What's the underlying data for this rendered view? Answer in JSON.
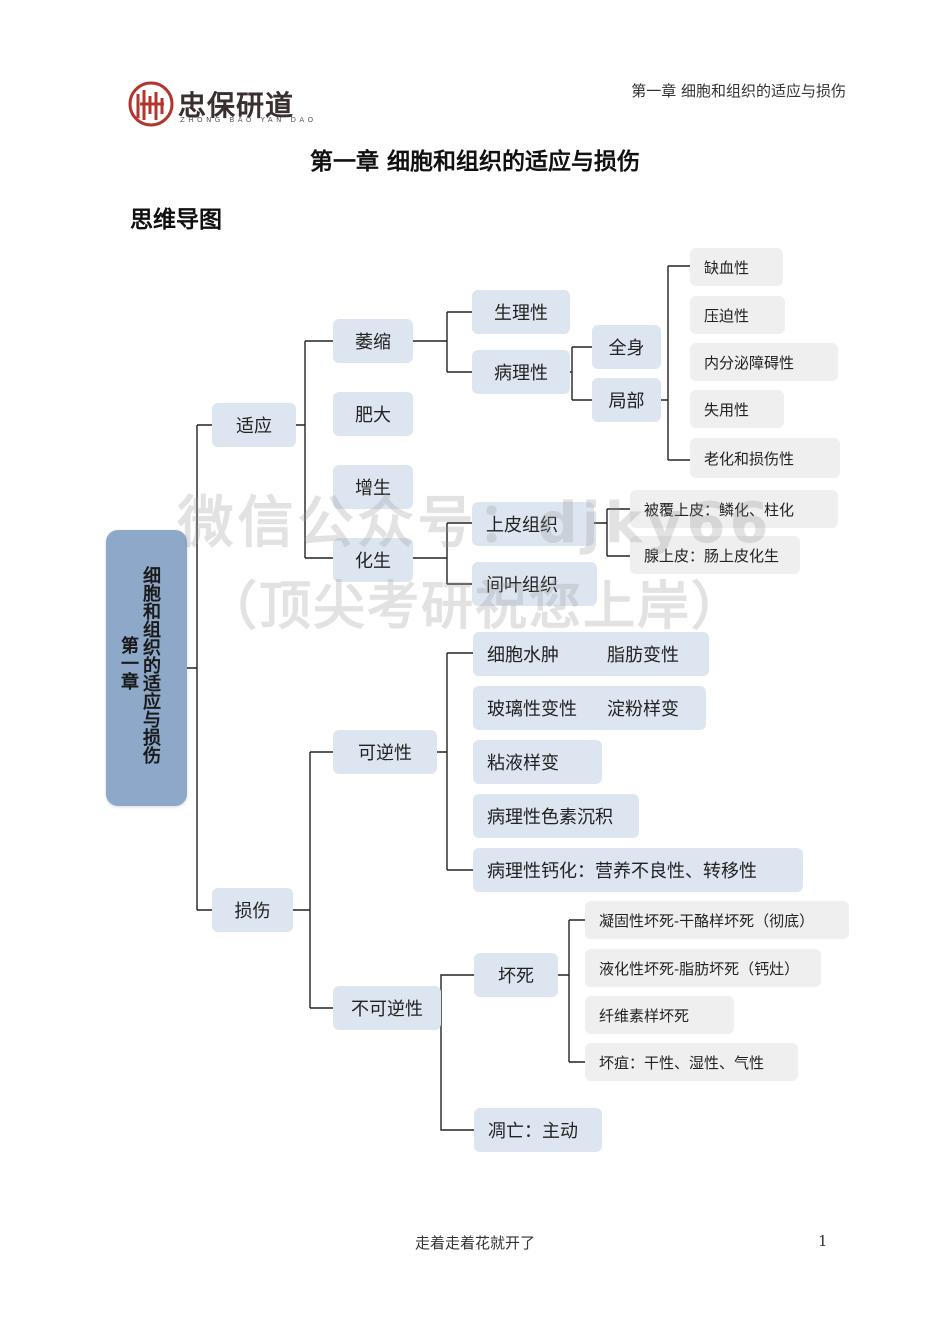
{
  "header": {
    "logo_text": "忠保研道",
    "logo_sub": "ZHONG BAO YAN DAO",
    "chapter_label": "第一章  细胞和组织的适应与损伤"
  },
  "title": "第一章  细胞和组织的适应与损伤",
  "section": "思维导图",
  "watermark": {
    "line1": "微信公众号：djky66",
    "line2": "（顶尖考研祝您上岸）"
  },
  "mindmap": {
    "root": {
      "col1": "细胞和组织的适应与损伤",
      "col2": "第一章"
    },
    "adapt": {
      "label": "适应",
      "atrophy": "萎缩",
      "physiological": "生理性",
      "pathological": "病理性",
      "systemic": "全身",
      "local": "局部",
      "local_types": [
        "缺血性",
        "压迫性",
        "内分泌障碍性",
        "失用性",
        "老化和损伤性"
      ],
      "hypertrophy": "肥大",
      "hyperplasia": "增生",
      "metaplasia": "化生",
      "epithelial": "上皮组织",
      "mesenchymal": "间叶组织",
      "epithelial_types": [
        "被覆上皮：鳞化、柱化",
        "腺上皮：肠上皮化生"
      ]
    },
    "injury": {
      "label": "损伤",
      "reversible": "可逆性",
      "reversible_items": [
        {
          "a": "细胞水肿",
          "b": "脂肪变性"
        },
        {
          "a": "玻璃性变性",
          "b": "淀粉样变"
        },
        {
          "a": "粘液样变",
          "b": ""
        },
        {
          "a": "病理性色素沉积",
          "b": ""
        },
        {
          "a": "病理性钙化：营养不良性、转移性",
          "b": ""
        }
      ],
      "irreversible": "不可逆性",
      "necrosis": "坏死",
      "necrosis_types": [
        "凝固性坏死-干酪样坏死（彻底）",
        "液化性坏死-脂肪坏死（钙灶）",
        "纤维素样坏死",
        "坏疽：干性、湿性、气性"
      ],
      "apoptosis": "凋亡：主动"
    }
  },
  "footer": {
    "motto": "走着走着花就开了",
    "page": "1"
  },
  "colors": {
    "node_bg": "#dde6f0",
    "root_bg": "#8ea8c9",
    "leaf_bg": "#efefef",
    "line": "#222222",
    "logo": "#b3362e"
  }
}
